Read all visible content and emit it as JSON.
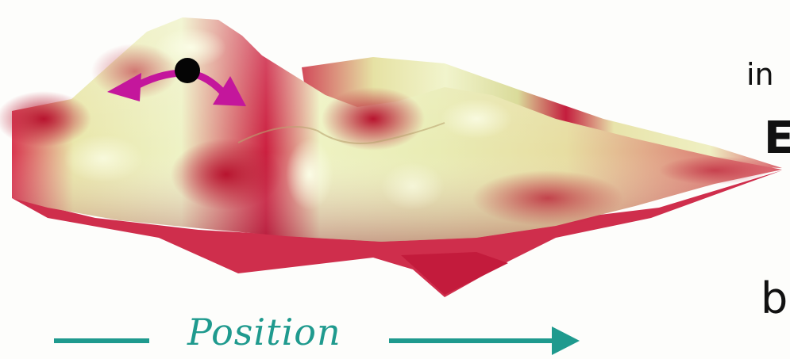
{
  "diagram": {
    "axis_label": "Position",
    "top_text": "",
    "right_text": [
      "in",
      "E",
      "b"
    ],
    "colors": {
      "surface_high": "#e8ecb6",
      "surface_low": "#c81f45",
      "arrow": "#c4169c",
      "ball": "#050505",
      "axis": "#1f9a8e"
    },
    "icons": [
      "ball-icon",
      "double-arrow-icon",
      "right-arrow-icon"
    ]
  }
}
